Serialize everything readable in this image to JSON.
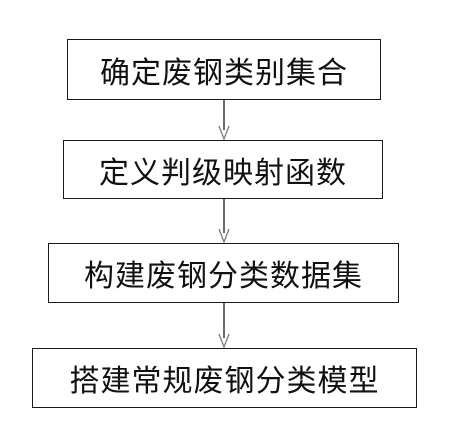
{
  "flowchart": {
    "steps": [
      {
        "label": "确定废钢类别集合"
      },
      {
        "label": "定义判级映射函数"
      },
      {
        "label": "构建废钢分类数据集"
      },
      {
        "label": "搭建常规废钢分类模型"
      }
    ],
    "line_color": "#1a1a1a",
    "arrow_color": "#7a7a7a"
  }
}
